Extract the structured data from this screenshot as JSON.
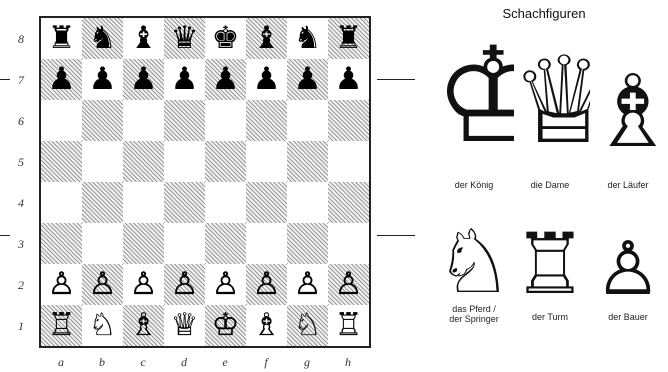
{
  "board": {
    "ranks": [
      "8",
      "7",
      "6",
      "5",
      "4",
      "3",
      "2",
      "1"
    ],
    "files": [
      "a",
      "b",
      "c",
      "d",
      "e",
      "f",
      "g",
      "h"
    ],
    "position": [
      [
        "♜",
        "♞",
        "♝",
        "♛",
        "♚",
        "♝",
        "♞",
        "♜"
      ],
      [
        "♟",
        "♟",
        "♟",
        "♟",
        "♟",
        "♟",
        "♟",
        "♟"
      ],
      [
        "",
        "",
        "",
        "",
        "",
        "",
        "",
        ""
      ],
      [
        "",
        "",
        "",
        "",
        "",
        "",
        "",
        ""
      ],
      [
        "",
        "",
        "",
        "",
        "",
        "",
        "",
        ""
      ],
      [
        "",
        "",
        "",
        "",
        "",
        "",
        "",
        ""
      ],
      [
        "♙",
        "♙",
        "♙",
        "♙",
        "♙",
        "♙",
        "♙",
        "♙"
      ],
      [
        "♖",
        "♘",
        "♗",
        "♕",
        "♔",
        "♗",
        "♘",
        "♖"
      ]
    ]
  },
  "panel": {
    "title": "Schachfiguren",
    "pieces": [
      {
        "glyph": "♔",
        "caption_lines": [
          "der König"
        ]
      },
      {
        "glyph": "♕",
        "caption_lines": [
          "die Dame"
        ]
      },
      {
        "glyph": "♗",
        "caption_lines": [
          "der Läufer"
        ]
      },
      {
        "glyph": "♘",
        "caption_lines": [
          "das Pferd /",
          "der Springer"
        ]
      },
      {
        "glyph": "♖",
        "caption_lines": [
          "der Turm"
        ]
      },
      {
        "glyph": "♙",
        "caption_lines": [
          "der Bauer"
        ]
      }
    ]
  }
}
